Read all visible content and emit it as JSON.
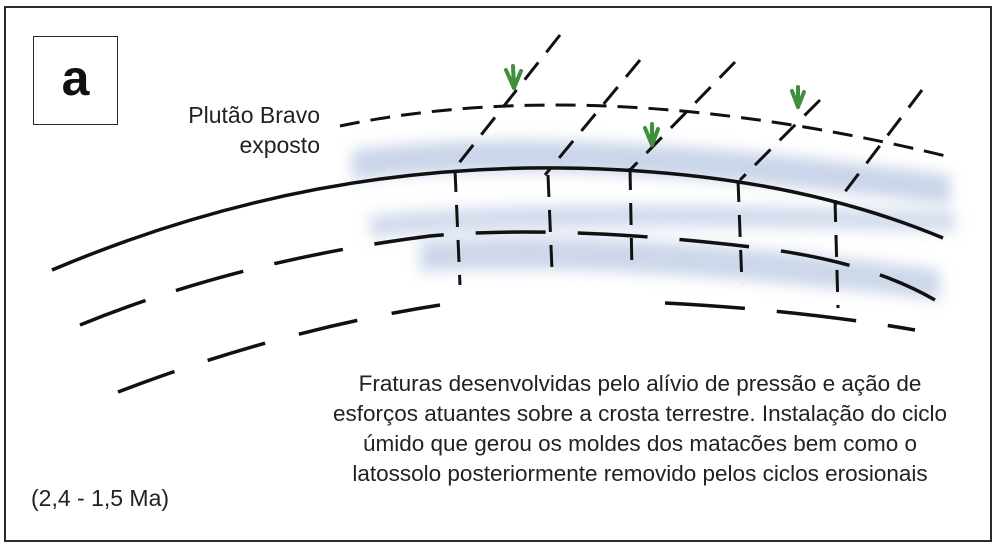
{
  "panel": {
    "label": "a"
  },
  "labels": {
    "pluton_line1": "Plutão Bravo",
    "pluton_line2": "exposto",
    "caption": [
      "Fraturas desenvolvidas pelo alívio de pressão e ação de",
      "esforços atuantes sobre a crosta terrestre. Instalação do ciclo",
      "úmido que gerou os moldes dos matacões bem como o",
      "latossolo posteriormente removido pelos ciclos erosionais"
    ],
    "age": "(2,4 - 1,5 Ma)"
  },
  "colors": {
    "line": "#111111",
    "weathering_band": "#b9c7e2",
    "vegetation": "#3f8f3c",
    "frame": "#2b2b2b"
  }
}
